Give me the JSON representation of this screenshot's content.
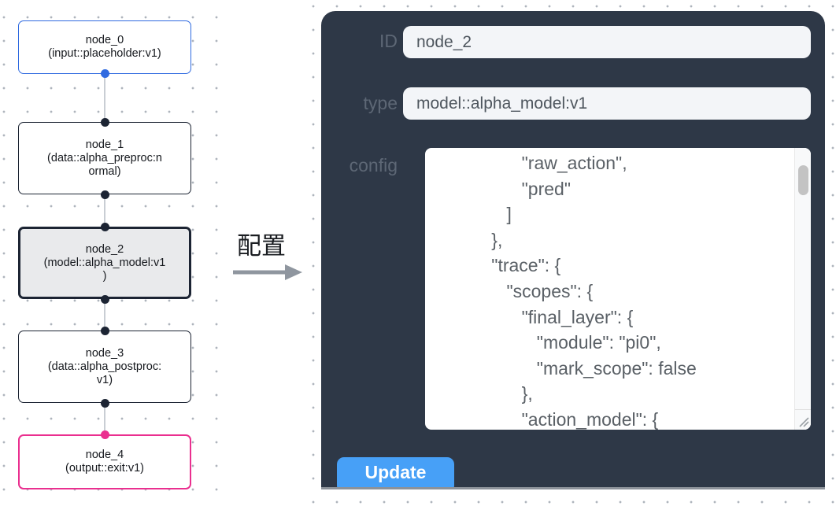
{
  "flowchart": {
    "nodes": [
      {
        "title": "node_0",
        "subtitle": "(input::placeholder:v1)",
        "kind": "input",
        "accent": "#2f6ae0",
        "selected": false
      },
      {
        "title": "node_1",
        "subtitle": "(data::alpha_preproc:n\normal)",
        "kind": "data",
        "accent": "#1c2433",
        "selected": false
      },
      {
        "title": "node_2",
        "subtitle": "(model::alpha_model:v1\n)",
        "kind": "model",
        "accent": "#1c2433",
        "selected": true
      },
      {
        "title": "node_3",
        "subtitle": "(data::alpha_postproc:\nv1)",
        "kind": "data",
        "accent": "#1c2433",
        "selected": false
      },
      {
        "title": "node_4",
        "subtitle": "(output::exit:v1)",
        "kind": "output",
        "accent": "#ea2f8f",
        "selected": false
      }
    ],
    "edge_color": "#c9ced4",
    "selected_node_bg": "#e9eaec",
    "port_color": "#1c2433"
  },
  "transition": {
    "label": "配置",
    "arrow_icon": "right-arrow",
    "arrow_color": "#8f969f"
  },
  "panel": {
    "bg_color": "#2e3847",
    "field_bg_color": "#f3f5f8",
    "label_color": "#5d6775",
    "fields": {
      "id": {
        "label": "ID",
        "value": "node_2"
      },
      "type": {
        "label": "type",
        "value": "model::alpha_model:v1"
      },
      "config": {
        "label": "config",
        "value": "                 \"raw_action\",\n                 \"pred\"\n              ]\n           },\n           \"trace\": {\n              \"scopes\": {\n                 \"final_layer\": {\n                    \"module\": \"pi0\",\n                    \"mark_scope\": false\n                 },\n                 \"action_model\": {"
      }
    },
    "update_button": {
      "label": "Update",
      "color": "#47a0f7"
    }
  }
}
